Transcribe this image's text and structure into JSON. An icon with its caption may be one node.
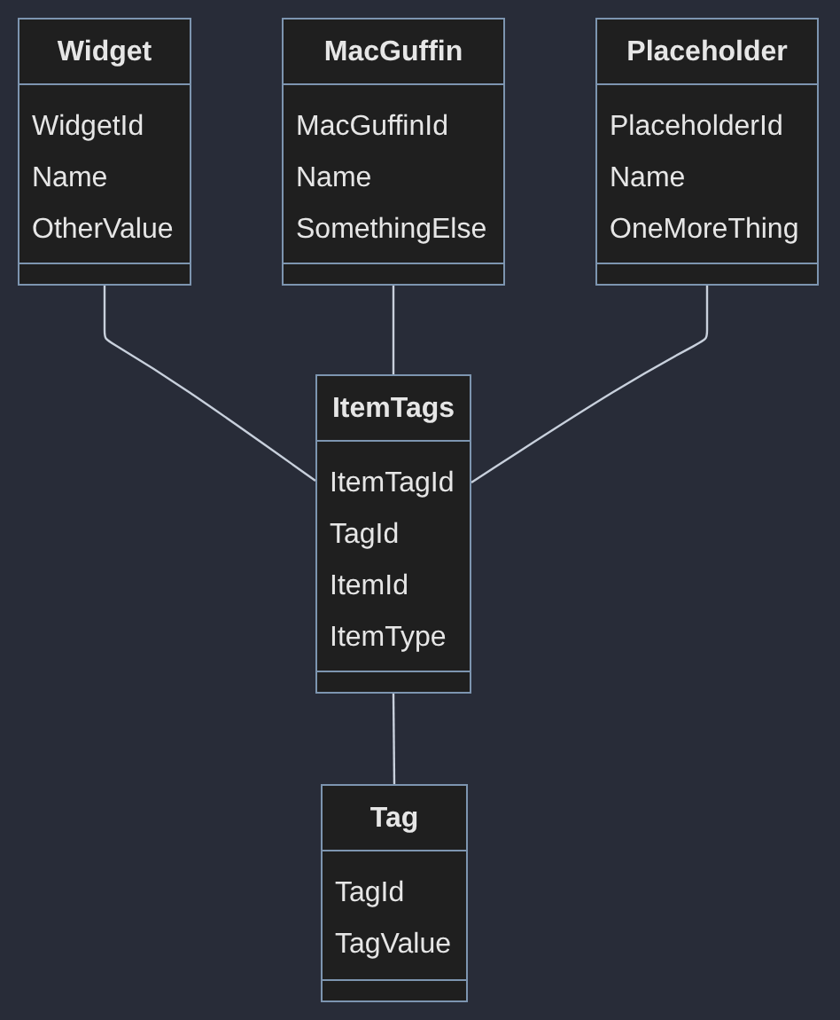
{
  "diagram": {
    "nodes": [
      {
        "text": [
          "Widget",
          "WidgetId",
          "Name",
          "OtherValue"
        ]
      },
      {
        "text": [
          "MacGuffin",
          "MacGuffinId",
          "Name",
          "SomethingElse"
        ]
      },
      {
        "text": [
          "Placeholder",
          "PlaceholderId",
          "Name",
          "OneMoreThing"
        ]
      },
      {
        "text": [
          "ItemTags",
          "ItemTagId",
          "TagId",
          "ItemId",
          "ItemType"
        ]
      },
      {
        "text": [
          "Tag",
          "TagId",
          "TagValue"
        ]
      }
    ],
    "edges": [
      {
        "from": 0,
        "to": 3,
        "arrow": "none"
      },
      {
        "from": 1,
        "to": 3,
        "arrow": "none"
      },
      {
        "from": 2,
        "to": 3,
        "arrow": "none"
      },
      {
        "from": 3,
        "to": 4,
        "arrow": "none"
      }
    ]
  }
}
